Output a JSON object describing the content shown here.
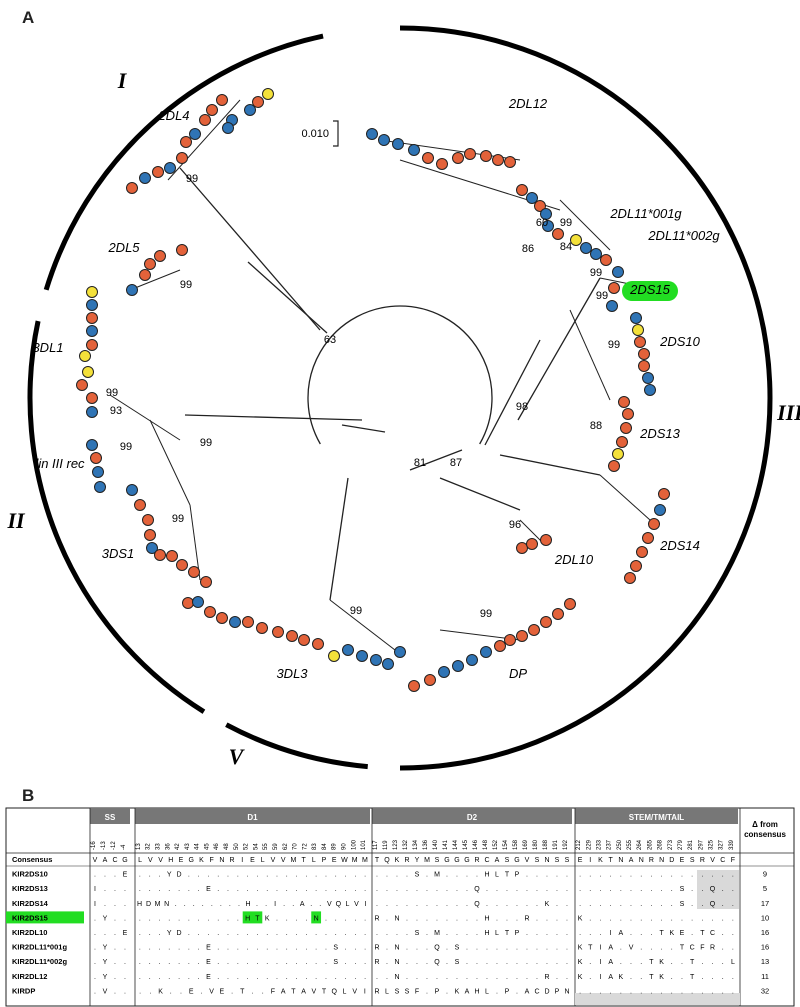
{
  "panels": {
    "a": "A",
    "b": "B"
  },
  "lineages": [
    "I",
    "II",
    "III",
    "V"
  ],
  "scale_label": "0.010",
  "clades": [
    "2DL4",
    "2DL5",
    "3DL1",
    "lin III rec",
    "3DS1",
    "3DL3",
    "DP",
    "2DL10",
    "2DS14",
    "2DS13",
    "2DS10",
    "2DS15",
    "2DL11*001g",
    "2DL11*002g",
    "2DL12"
  ],
  "highlight": {
    "label": "2DS15",
    "color": "#22dd22"
  },
  "bootstrap": [
    "99",
    "99",
    "63",
    "99",
    "93",
    "99",
    "99",
    "99",
    "81",
    "87",
    "98",
    "96",
    "99",
    "99",
    "88",
    "99",
    "99",
    "99",
    "84",
    "86",
    "99",
    "60"
  ],
  "colors": {
    "orange": "#e3623a",
    "blue": "#2f74b5",
    "yellow": "#f4e13a",
    "header_gray": "#777777",
    "shade": "#d9d9d9"
  },
  "table": {
    "groups": [
      "SS",
      "D1",
      "D2",
      "STEM/TM/TAIL"
    ],
    "delta_header": [
      "Δ from",
      "consensus"
    ],
    "positions": {
      "SS": [
        "-16",
        "-13",
        "-12",
        "-4"
      ],
      "D1": [
        "13",
        "32",
        "33",
        "36",
        "42",
        "43",
        "44",
        "45",
        "46",
        "48",
        "50",
        "52",
        "54",
        "55",
        "59",
        "62",
        "70",
        "72",
        "83",
        "84",
        "89",
        "90",
        "100",
        "101"
      ],
      "D2": [
        "117",
        "119",
        "123",
        "132",
        "134",
        "136",
        "140",
        "141",
        "144",
        "145",
        "146",
        "148",
        "152",
        "154",
        "158",
        "169",
        "180",
        "188",
        "191",
        "192"
      ],
      "STEM": [
        "212",
        "229",
        "233",
        "237",
        "250",
        "255",
        "264",
        "265",
        "268",
        "273",
        "279",
        "281",
        "297",
        "325",
        "327",
        "339"
      ]
    },
    "rows": [
      {
        "name": "Consensus",
        "ss": "VACG",
        "d1": "LVVHEGKFNRIELVVMTLPEWMM",
        "d2": "TQKRYMSGGGRCASGVSNSS",
        "st": "EIKTNANRNDESRVCF",
        "delta": ""
      },
      {
        "name": "KIR2DS10",
        "ss": "...E",
        "d1": "...YD...................",
        "d2": "....S.M....HLTP.....",
        "st": "................",
        "delta": "9"
      },
      {
        "name": "KIR2DS13",
        "ss": "I...",
        "d1": ".......E................",
        "d2": "..........Q.........",
        "st": "..........S..Q..",
        "delta": "5"
      },
      {
        "name": "KIR2DS14",
        "ss": "I...",
        "d1": "HDMN........H..I..A..VQLVI",
        "d2": "..........Q......K..",
        "st": "..........S..Q..",
        "delta": "17"
      },
      {
        "name": "KIR2DS15",
        "ss": ".Y..",
        "d1": "...........HTK....N.....",
        "d2": "R.N........H...R....",
        "st": "K...............",
        "delta": "10"
      },
      {
        "name": "KIR2DL10",
        "ss": "...E",
        "d1": "...YD...................",
        "d2": "....S.M....HLTP.....",
        "st": "...IA...TKE.TC..",
        "delta": "16"
      },
      {
        "name": "KIR2DL11*001g",
        "ss": ".Y..",
        "d1": ".......E............S...",
        "d2": "R.N...Q.S...........",
        "st": "KTIA.V....TCFR..",
        "delta": "16"
      },
      {
        "name": "KIR2DL11*002g",
        "ss": ".Y..",
        "d1": ".......E............S...",
        "d2": "R.N...Q.S...........",
        "st": "K.IA...TK..T...L",
        "delta": "13"
      },
      {
        "name": "KIR2DL12",
        "ss": ".Y..",
        "d1": ".......E................",
        "d2": "..N..............R..",
        "st": "K.IAK..TK..T....",
        "delta": "11"
      },
      {
        "name": "KIRDP",
        "ss": ".V..",
        "d1": "..K..E.VE.T..FATAVTQLVI",
        "d2": "RLSSF.P.KAHL.P.ACDPN",
        "st": "................",
        "delta": "32"
      }
    ],
    "highlight_cells": [
      [
        4,
        "d1",
        11
      ],
      [
        4,
        "d1",
        12
      ],
      [
        4,
        "d1",
        18
      ]
    ]
  }
}
